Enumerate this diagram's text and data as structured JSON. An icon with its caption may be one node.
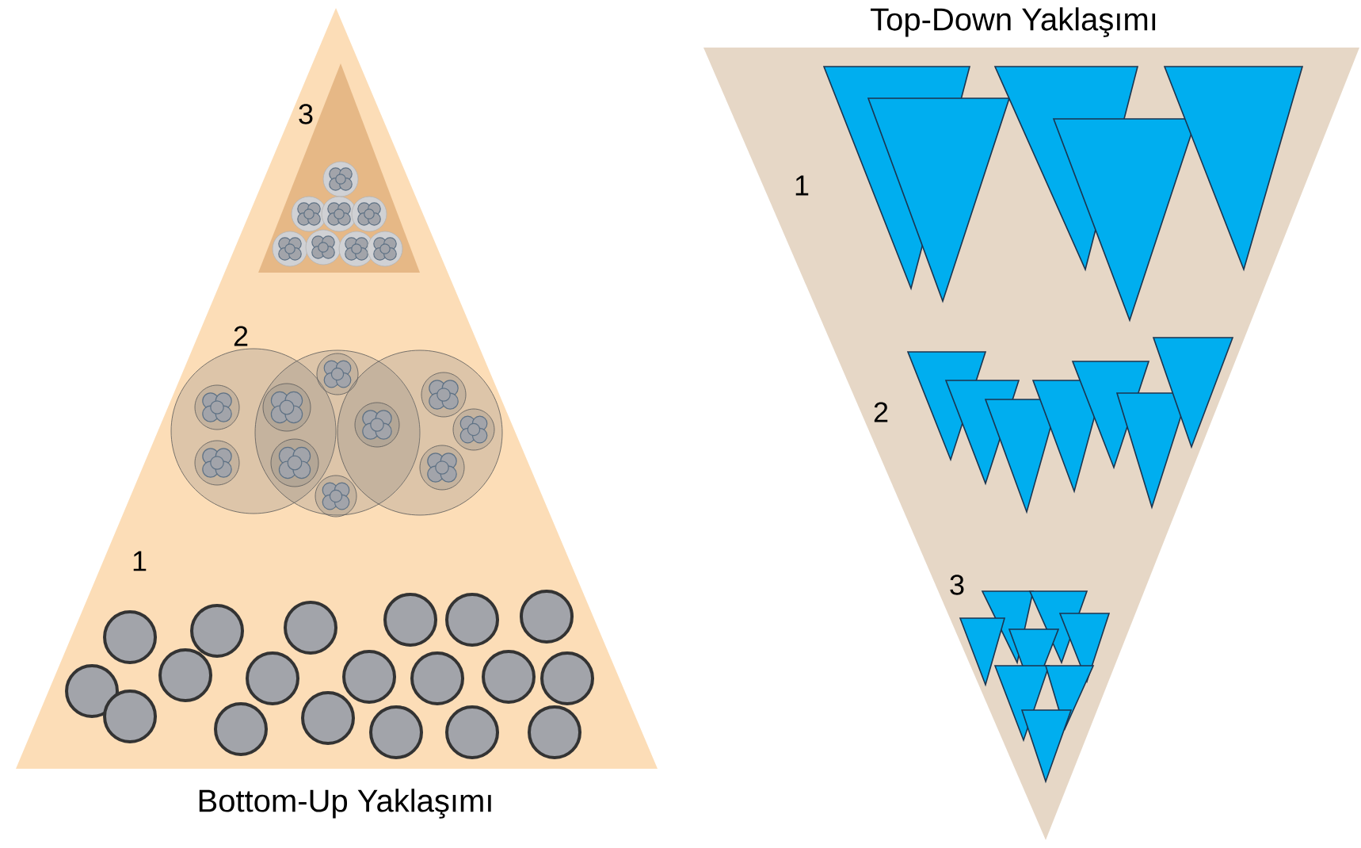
{
  "diagram": {
    "nodes": [
      {
        "text": [
          "Bottom-Up Yaklaşımı"
        ]
      },
      {
        "text": [
          "Top-Down Yaklaşımı"
        ]
      }
    ],
    "labels": [
      "3",
      "2",
      "1",
      "1",
      "2",
      "3"
    ]
  }
}
